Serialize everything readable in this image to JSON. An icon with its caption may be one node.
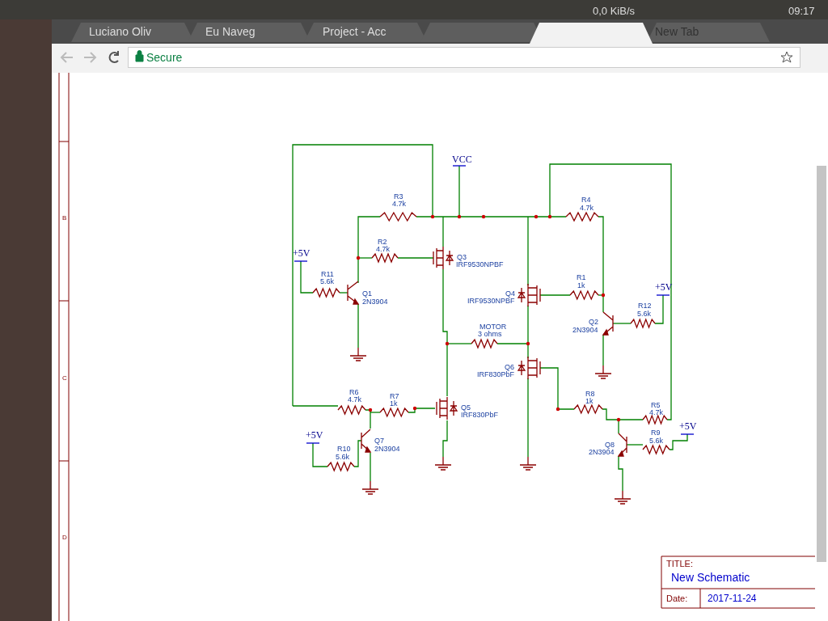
{
  "diagram": {
    "labels": [
      "0,0 KiB/s",
      "09:17",
      "Luciano Oliv",
      "Eu Naveg",
      "Project - Acc",
      "New Tab",
      "Secure",
      "B",
      "C",
      "D",
      "VCC",
      "R3",
      "4.7k",
      "R4",
      "4.7k",
      "R2",
      "4.7k",
      "Q3",
      "IRF9530NPBF",
      "+5V",
      "R11",
      "5.6k",
      "Q1",
      "2N3904",
      "R1",
      "1k",
      "Q4",
      "IRF9530NPBF",
      "+5V",
      "R12",
      "5.6k",
      "Q2",
      "2N3904",
      "MOTOR",
      "3 ohms",
      "Q6",
      "IRF830PbF",
      "R6",
      "4.7k",
      "R7",
      "1k",
      "Q5",
      "IRF830PbF",
      "R8",
      "1k",
      "R5",
      "4.7k",
      "+5V",
      "R9",
      "5.6k",
      "Q8",
      "2N3904",
      "+5V",
      "R10",
      "5.6k",
      "Q7",
      "2N3904",
      "TITLE:",
      "New Schematic",
      "Date:",
      "2017-11-24"
    ]
  }
}
